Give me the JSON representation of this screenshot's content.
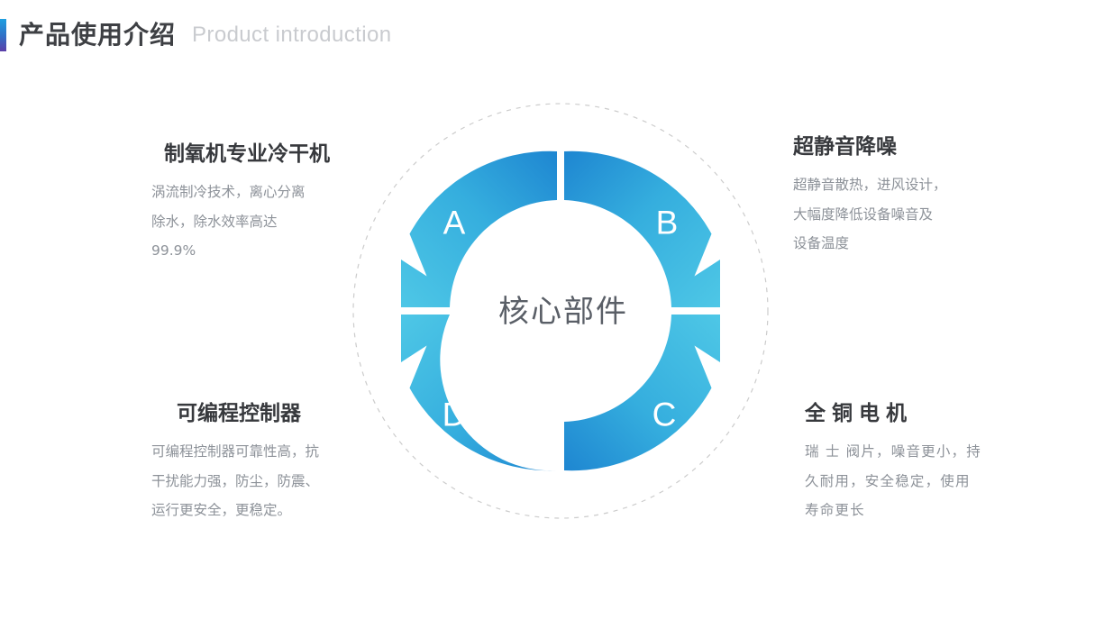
{
  "header": {
    "accent_icon": "accent-bar",
    "title_cn": "产品使用介绍",
    "title_en": "Product introduction",
    "accent_color_top": "#1f9fe0",
    "accent_color_bottom": "#5b3fa8"
  },
  "diagram": {
    "center_label": "核心部件",
    "dashed_circle_color": "#cccccc",
    "segments": [
      {
        "key": "A",
        "letter": "A",
        "position": "top-left",
        "color_light": "#4ec7e6",
        "color_dark": "#1e86d1"
      },
      {
        "key": "B",
        "letter": "B",
        "position": "top-right",
        "color_light": "#4ec7e6",
        "color_dark": "#1e86d1"
      },
      {
        "key": "C",
        "letter": "C",
        "position": "bottom-right",
        "color_light": "#4ec7e6",
        "color_dark": "#1e86d1"
      },
      {
        "key": "D",
        "letter": "D",
        "position": "bottom-left",
        "color_light": "#4ec7e6",
        "color_dark": "#1e86d1"
      }
    ]
  },
  "features": {
    "top_left": {
      "title": "制氧机专业冷干机",
      "lines": [
        "涡流制冷技术，离心分离",
        "除水，除水效率高达",
        "99.9%"
      ]
    },
    "top_right": {
      "title": "超静音降噪",
      "lines": [
        "超静音散热，进风设计，",
        "大幅度降低设备噪音及",
        "设备温度"
      ]
    },
    "bottom_left": {
      "title": "可编程控制器",
      "lines": [
        "可编程控制器可靠性高，抗",
        "干扰能力强，防尘，防震、",
        "运行更安全，更稳定。"
      ]
    },
    "bottom_right": {
      "title": "全铜电机",
      "lines": [
        "瑞 士 阀片，噪音更小，持",
        "久耐用，安全稳定，使用",
        "寿命更长"
      ]
    }
  }
}
